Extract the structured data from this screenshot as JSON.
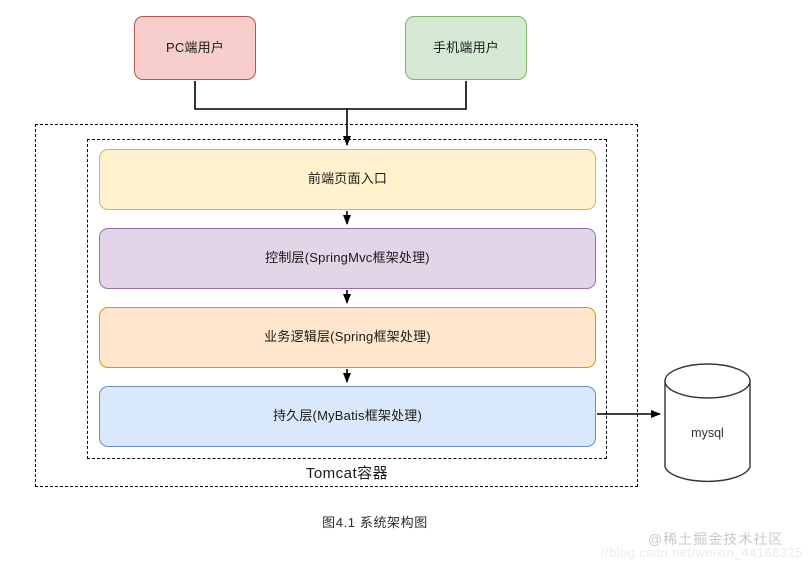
{
  "figure": {
    "caption": "图4.1 系统架构图",
    "container_label": "Tomcat容器"
  },
  "actors": [
    {
      "id": "pc-user",
      "label": "PC端用户",
      "fill": "#f8cecc",
      "stroke": "#b85450"
    },
    {
      "id": "mobile-user",
      "label": "手机端用户",
      "fill": "#d5e8d4",
      "stroke": "#82b366"
    }
  ],
  "layers": [
    {
      "id": "frontend",
      "label": "前端页面入口",
      "fill": "#fff2cc",
      "stroke": "#d6b656"
    },
    {
      "id": "controller",
      "label": "控制层(SpringMvc框架处理)",
      "fill": "#e1d5e7",
      "stroke": "#9673a6"
    },
    {
      "id": "service",
      "label": "业务逻辑层(Spring框架处理)",
      "fill": "#ffe6cc",
      "stroke": "#d79b00"
    },
    {
      "id": "dao",
      "label": "持久层(MyBatis框架处理)",
      "fill": "#dae8fc",
      "stroke": "#6c8ebf"
    }
  ],
  "database": {
    "label": "mysql",
    "fill": "#ffffff",
    "stroke": "#333333"
  },
  "watermark": {
    "brand": "@稀土掘金技术社区",
    "url": "//blog.csdn.net/weixin_44168325"
  },
  "style": {
    "connector_color": "#000000",
    "dashed_border_color": "#000000",
    "background": "#ffffff"
  }
}
